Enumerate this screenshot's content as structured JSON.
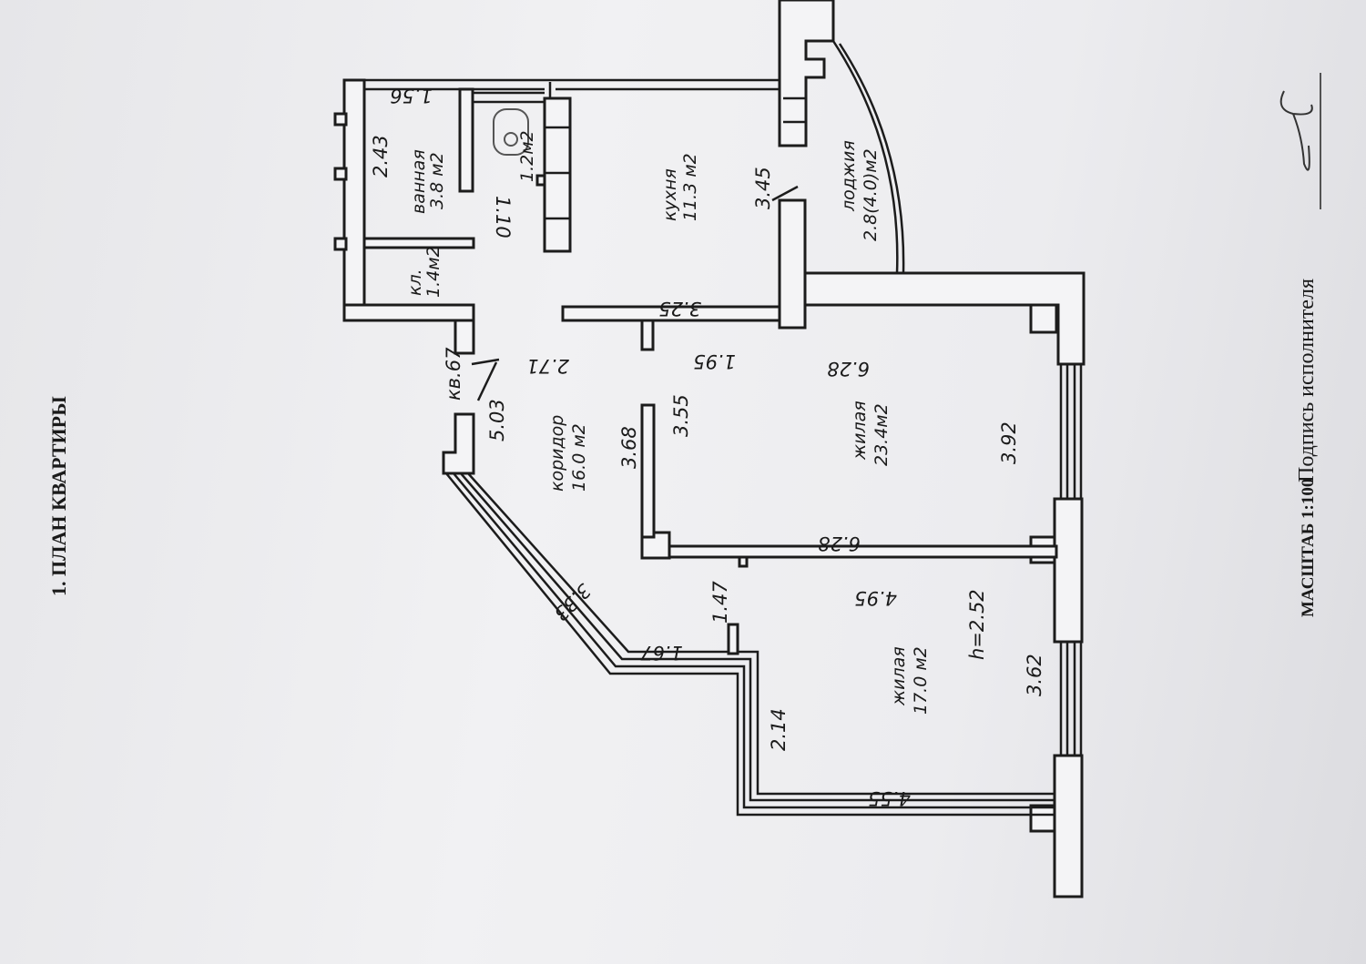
{
  "title": "1. ПЛАН КВАРТИРЫ",
  "footer": {
    "scale": "МАСШТАБ 1:100",
    "signature_label": "Подпись исполнителя"
  },
  "rooms": {
    "bathroom": {
      "name": "ванная",
      "area": "3.8 м2"
    },
    "storage": {
      "name": "кл.",
      "area": "1.4м2"
    },
    "wc_area": "1.2м2",
    "kitchen": {
      "name": "кухня",
      "area": "11.3 м2"
    },
    "loggia": {
      "name": "лоджия",
      "area": "2.8(4.0)м2"
    },
    "corridor": {
      "name": "коридор",
      "area": "16.0 м2"
    },
    "living1": {
      "name": "жилая",
      "area": "23.4м2"
    },
    "living2": {
      "name": "жилая",
      "area": "17.0 м2"
    }
  },
  "dimensions": {
    "d156": "1.56",
    "d243": "2.43",
    "d110": "1.10",
    "d325": "3.25",
    "d345": "3.45",
    "d271": "2.71",
    "d195": "1.95",
    "d628a": "6.28",
    "d067": "кв.67",
    "d503": "5.03",
    "d368": "3.68",
    "d355": "3.55",
    "d392": "3.92",
    "d628b": "6.28",
    "d495": "4.95",
    "d333": "3.33",
    "d167": "1.67",
    "d147": "1.47",
    "d252": "h=2.52",
    "d362": "3.62",
    "d214": "2.14",
    "d455": "4.55"
  }
}
